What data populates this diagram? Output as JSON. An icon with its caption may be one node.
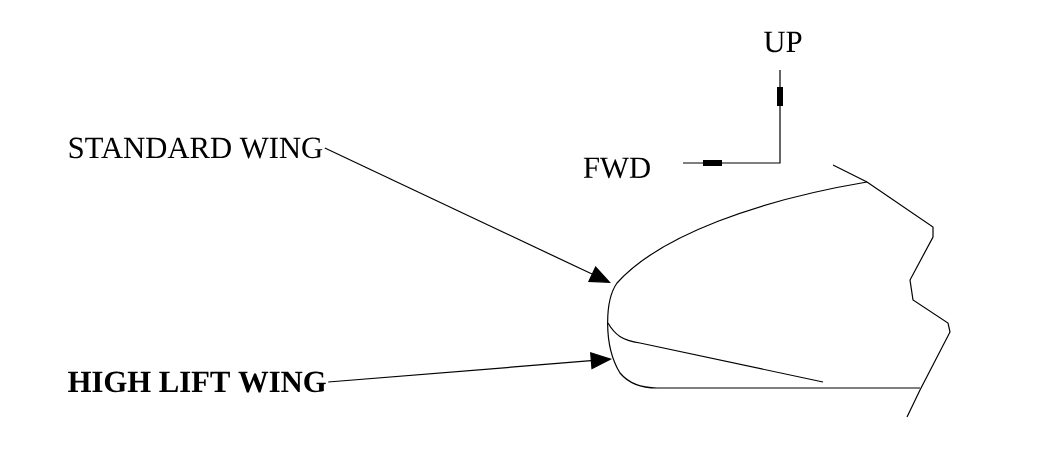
{
  "diagram": {
    "nodes": [
      {
        "text": [
          "STANDARD WING"
        ]
      },
      {
        "text": [
          "HIGH LIFT WING"
        ]
      }
    ],
    "edges": [
      {
        "from": 0,
        "to": null,
        "arrow": "to"
      },
      {
        "from": 1,
        "to": null,
        "arrow": "to"
      }
    ],
    "labels": [
      "UP",
      "FWD"
    ]
  }
}
